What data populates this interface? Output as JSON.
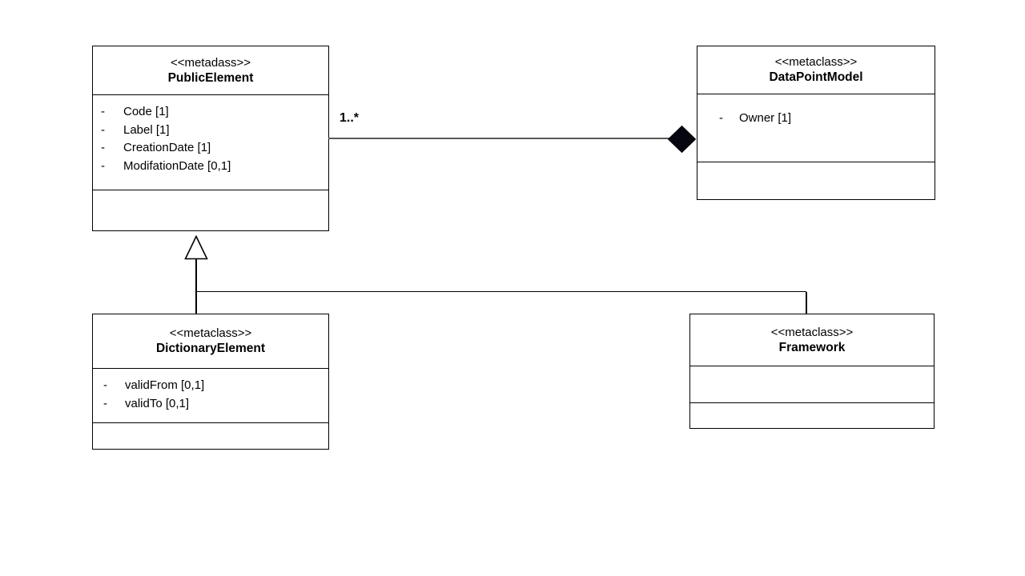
{
  "diagram": {
    "classes": [
      {
        "id": "PublicElement",
        "stereotype": "<<metadass>>",
        "name": "PublicElement",
        "attributes": [
          {
            "vis": "-",
            "text": "Code [1]"
          },
          {
            "vis": "-",
            "text": "Label [1]"
          },
          {
            "vis": "-",
            "text": "CreationDate [1]"
          },
          {
            "vis": "-",
            "text": "ModifationDate [0,1]"
          }
        ],
        "operations": []
      },
      {
        "id": "DataPointModel",
        "stereotype": "<<metaclass>>",
        "name": "DataPointModel",
        "attributes": [
          {
            "vis": "-",
            "text": "Owner [1]"
          }
        ],
        "operations": []
      },
      {
        "id": "DictionaryElement",
        "stereotype": "<<metaclass>>",
        "name": "DictionaryElement",
        "attributes": [
          {
            "vis": "-",
            "text": "validFrom [0,1]"
          },
          {
            "vis": "-",
            "text": "validTo [0,1]"
          }
        ],
        "operations": []
      },
      {
        "id": "Framework",
        "stereotype": "<<metaclass>>",
        "name": "Framework",
        "attributes": [],
        "operations": []
      }
    ],
    "relationships": [
      {
        "type": "composition",
        "from": "PublicElement",
        "to": "DataPointModel",
        "multiplicity": "1..*"
      },
      {
        "type": "generalization",
        "parent": "PublicElement",
        "children": [
          "DictionaryElement",
          "Framework"
        ]
      }
    ],
    "colors": {
      "border": "#000000",
      "association_line": "#595959",
      "diamond_fill": "#000000",
      "text": "#000000",
      "background": "#ffffff"
    }
  }
}
